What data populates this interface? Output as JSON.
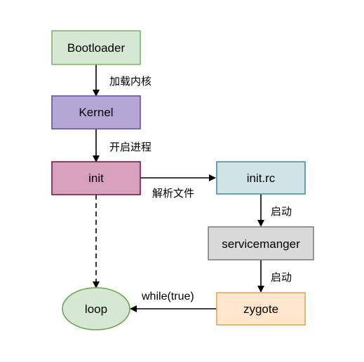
{
  "nodes": {
    "bootloader": {
      "label": "Bootloader",
      "fill": "#d5e8d4",
      "stroke": "#82b366"
    },
    "kernel": {
      "label": "Kernel",
      "fill": "#b4a7d6",
      "stroke": "#674ea7"
    },
    "init": {
      "label": "init",
      "fill": "#d7a0bd",
      "stroke": "#741b47"
    },
    "initrc": {
      "label": "init.rc",
      "fill": "#d0e4e8",
      "stroke": "#4a90a4"
    },
    "servicemanger": {
      "label": "servicemanger",
      "fill": "#d9d9d9",
      "stroke": "#808080"
    },
    "zygote": {
      "label": "zygote",
      "fill": "#ffe6cc",
      "stroke": "#e3a857"
    },
    "loop": {
      "label": "loop",
      "fill": "#d5e8d4",
      "stroke": "#6aa84f"
    }
  },
  "edges": {
    "bootloader_kernel": {
      "label": "加载内核"
    },
    "kernel_init": {
      "label": "开启进程"
    },
    "init_initrc": {
      "label": "解析文件"
    },
    "initrc_servicemanger": {
      "label": "启动"
    },
    "servicemanger_zygote": {
      "label": "启动"
    },
    "zygote_loop": {
      "label": "while(true)"
    }
  },
  "colors": {
    "arrow": "#000000"
  }
}
